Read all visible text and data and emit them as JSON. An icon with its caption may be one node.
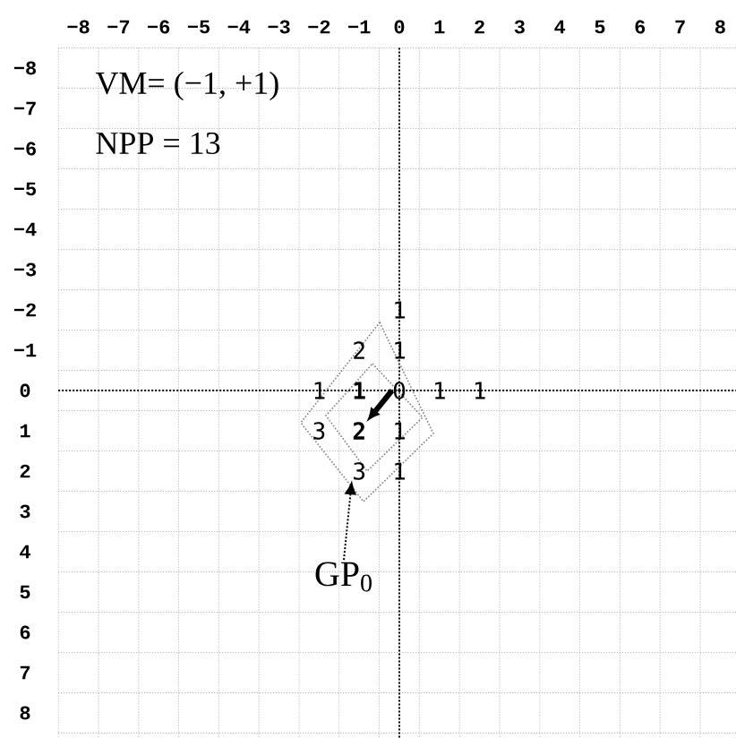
{
  "diagram": {
    "nodes": [
      {
        "text": [
          "1"
        ]
      },
      {
        "text": [
          "2"
        ]
      },
      {
        "text": [
          "1"
        ]
      },
      {
        "text": [
          "1"
        ]
      },
      {
        "text": [
          "1"
        ]
      },
      {
        "text": [
          "0"
        ]
      },
      {
        "text": [
          "1"
        ]
      },
      {
        "text": [
          "1"
        ]
      },
      {
        "text": [
          "3"
        ]
      },
      {
        "text": [
          "2"
        ]
      },
      {
        "text": [
          "1"
        ]
      },
      {
        "text": [
          "3"
        ]
      },
      {
        "text": [
          "1"
        ]
      },
      {
        "text": [
          "GP$_{0}$"
        ]
      }
    ],
    "edges": [
      {
        "from": 5,
        "to": 9,
        "arrow": "to",
        "style": "thick"
      },
      {
        "from": 13,
        "to": 11,
        "arrow": "to",
        "style": "dashed"
      }
    ],
    "labels": [
      "−8",
      "−7",
      "−6",
      "−5",
      "−4",
      "−3",
      "−2",
      "−1",
      "0",
      "1",
      "2",
      "3",
      "4",
      "5",
      "6",
      "7",
      "8",
      "−8",
      "−7",
      "−6",
      "−5",
      "−4",
      "−3",
      "−2",
      "−1",
      "0",
      "1",
      "2",
      "3",
      "4",
      "5",
      "6",
      "7",
      "8",
      "VM= (−1, +1)",
      "NPP = 13"
    ]
  }
}
